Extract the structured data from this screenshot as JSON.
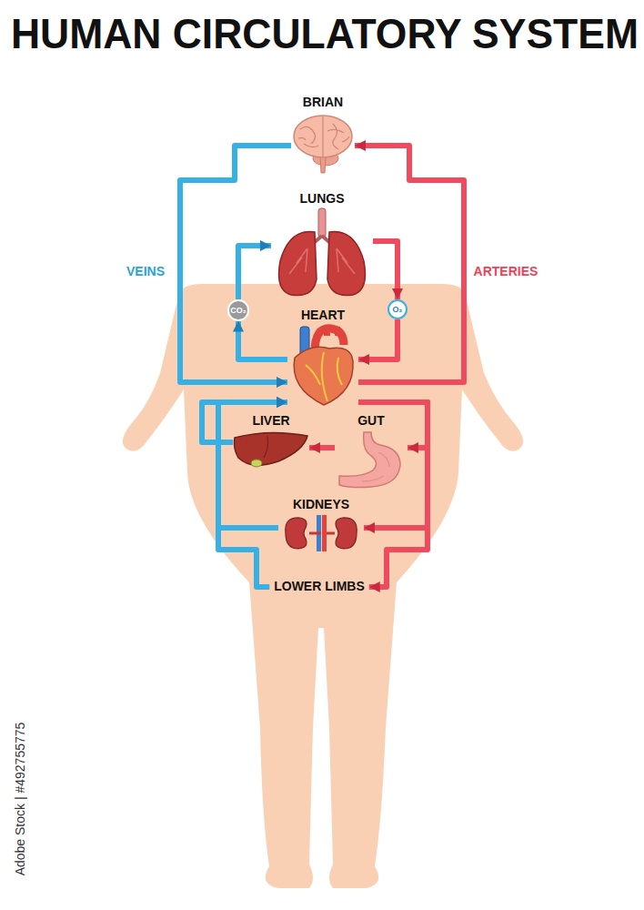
{
  "diagram": {
    "title": "HUMAN CIRCULATORY SYSTEM",
    "nodes": [
      {
        "text": [
          "BRIAN"
        ]
      },
      {
        "text": [
          "LUNGS"
        ]
      },
      {
        "text": [
          "CO₂"
        ]
      },
      {
        "text": [
          "O₂"
        ]
      },
      {
        "text": [
          "HEART"
        ]
      },
      {
        "text": [
          "LIVER"
        ]
      },
      {
        "text": [
          "GUT"
        ]
      },
      {
        "text": [
          "KIDNEYS"
        ]
      },
      {
        "text": [
          "LOWER LIMBS"
        ]
      }
    ],
    "edges": [
      {
        "from": 4,
        "to": 0,
        "arrow": "to"
      },
      {
        "from": 0,
        "to": 4,
        "arrow": "to"
      },
      {
        "from": 4,
        "to": 2,
        "arrow": "to"
      },
      {
        "from": 2,
        "to": 1,
        "arrow": "to"
      },
      {
        "from": 1,
        "to": 3,
        "arrow": "to"
      },
      {
        "from": 3,
        "to": 4,
        "arrow": "to"
      },
      {
        "from": 4,
        "to": 6,
        "arrow": "to"
      },
      {
        "from": 6,
        "to": 5,
        "arrow": "to"
      },
      {
        "from": 5,
        "to": 4,
        "arrow": "to"
      },
      {
        "from": 4,
        "to": 7,
        "arrow": "to"
      },
      {
        "from": 7,
        "to": 4,
        "arrow": "to"
      },
      {
        "from": 4,
        "to": 8,
        "arrow": "to"
      },
      {
        "from": 8,
        "to": 4,
        "arrow": "to"
      }
    ],
    "labels": [
      "VEINS",
      "ARTERIES",
      "Adobe Stock | #492755775"
    ]
  }
}
